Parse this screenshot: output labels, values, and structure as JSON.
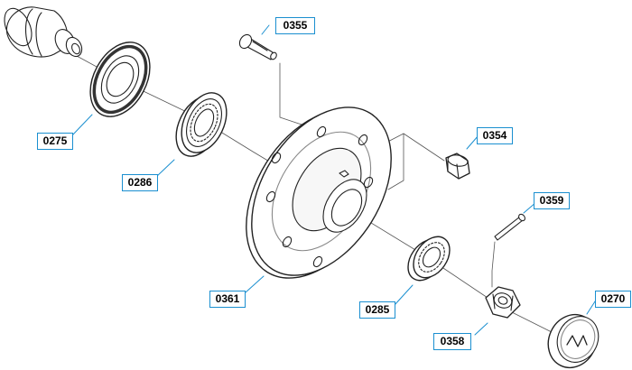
{
  "diagram": {
    "accent_color": "#1a8fd0",
    "labels": {
      "p0355": "0355",
      "p0275": "0275",
      "p0286": "0286",
      "p0354": "0354",
      "p0359": "0359",
      "p0361": "0361",
      "p0285": "0285",
      "p0270": "0270",
      "p0358": "0358"
    }
  }
}
